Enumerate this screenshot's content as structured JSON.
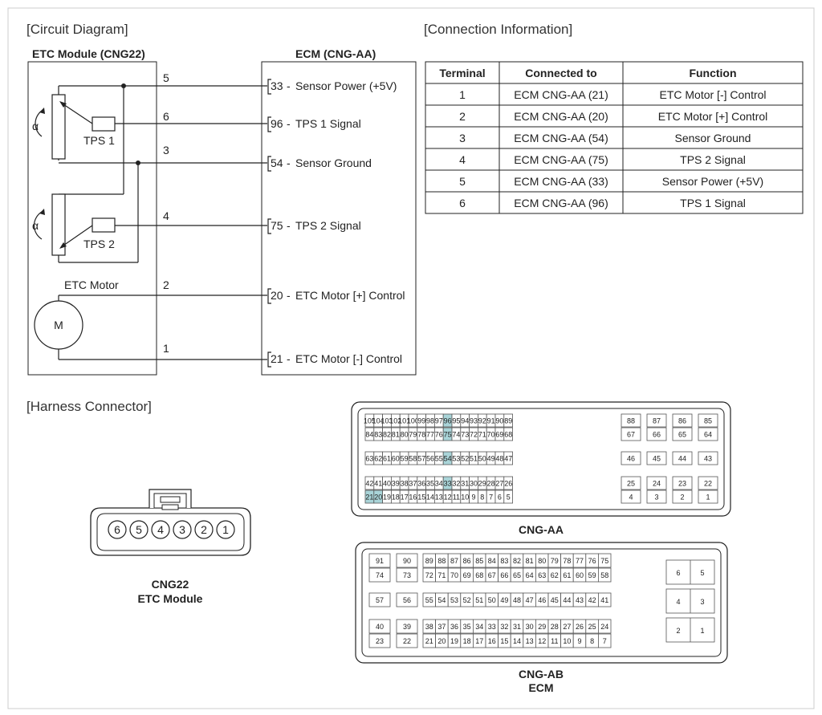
{
  "circuit": {
    "heading": "[Circuit Diagram]",
    "module_title": "ETC Module (CNG22)",
    "ecm_title": "ECM (CNG-AA)",
    "alpha": "α",
    "tps1": "TPS 1",
    "tps2": "TPS 2",
    "motor_label": "ETC Motor",
    "motor_symbol": "M",
    "pins": [
      {
        "pin": "5",
        "ecm": "33",
        "signal": "Sensor Power (+5V)"
      },
      {
        "pin": "6",
        "ecm": "96",
        "signal": "TPS 1 Signal"
      },
      {
        "pin": "3",
        "ecm": "54",
        "signal": "Sensor Ground"
      },
      {
        "pin": "4",
        "ecm": "75",
        "signal": "TPS 2 Signal"
      },
      {
        "pin": "2",
        "ecm": "20",
        "signal": "ETC Motor [+] Control"
      },
      {
        "pin": "1",
        "ecm": "21",
        "signal": "ETC Motor [-] Control"
      }
    ]
  },
  "connection": {
    "heading": "[Connection Information]",
    "columns": [
      "Terminal",
      "Connected to",
      "Function"
    ],
    "rows": [
      [
        "1",
        "ECM CNG-AA (21)",
        "ETC Motor [-] Control"
      ],
      [
        "2",
        "ECM CNG-AA (20)",
        "ETC Motor [+] Control"
      ],
      [
        "3",
        "ECM CNG-AA (54)",
        "Sensor Ground"
      ],
      [
        "4",
        "ECM CNG-AA (75)",
        "TPS 2 Signal"
      ],
      [
        "5",
        "ECM CNG-AA (33)",
        "Sensor Power (+5V)"
      ],
      [
        "6",
        "ECM CNG-AA (96)",
        "TPS 1 Signal"
      ]
    ]
  },
  "harness": {
    "heading": "[Harness Connector]",
    "module_pins": [
      "6",
      "5",
      "4",
      "3",
      "2",
      "1"
    ],
    "module_caption_1": "CNG22",
    "module_caption_2": "ETC Module",
    "cng_aa_caption": "CNG-AA",
    "cng_ab_caption_1": "CNG-AB",
    "cng_ab_caption_2": "ECM",
    "highlight_color": "#a9d4d8",
    "highlighted_aa": [
      "96",
      "75",
      "54",
      "33",
      "21",
      "20"
    ],
    "aa_rows": [
      [
        "105",
        "104",
        "103",
        "102",
        "101",
        "100",
        "99",
        "98",
        "97",
        "96",
        "95",
        "94",
        "93",
        "92",
        "91",
        "90",
        "89",
        "|",
        "88",
        "|",
        "87",
        "|",
        "86",
        "|",
        "85"
      ],
      [
        "84",
        "83",
        "82",
        "81",
        "80",
        "79",
        "78",
        "77",
        "76",
        "75",
        "74",
        "73",
        "72",
        "71",
        "70",
        "69",
        "68",
        "|",
        "67",
        "|",
        "66",
        "|",
        "65",
        "|",
        "64"
      ],
      [
        "63",
        "62",
        "61",
        "60",
        "59",
        "58",
        "57",
        "56",
        "55",
        "54",
        "53",
        "52",
        "51",
        "50",
        "49",
        "48",
        "47",
        "|",
        "46",
        "|",
        "45",
        "|",
        "44",
        "|",
        "43"
      ],
      [
        "42",
        "41",
        "40",
        "39",
        "38",
        "37",
        "36",
        "35",
        "34",
        "33",
        "32",
        "31",
        "30",
        "29",
        "28",
        "27",
        "26",
        "|",
        "25",
        "|",
        "24",
        "|",
        "23",
        "|",
        "22"
      ],
      [
        "21",
        "20",
        "19",
        "18",
        "17",
        "16",
        "15",
        "14",
        "13",
        "12",
        "11",
        "10",
        "9",
        "8",
        "7",
        "6",
        "5",
        "|",
        "4",
        "|",
        "3",
        "|",
        "2",
        "|",
        "1"
      ]
    ],
    "ab_rows": [
      [
        "91",
        "90",
        "89",
        "88",
        "87",
        "86",
        "85",
        "84",
        "83",
        "82",
        "81",
        "80",
        "79",
        "78",
        "77",
        "76",
        "75"
      ],
      [
        "74",
        "73",
        "72",
        "71",
        "70",
        "69",
        "68",
        "67",
        "66",
        "65",
        "64",
        "63",
        "62",
        "61",
        "60",
        "59",
        "58"
      ],
      [
        "57",
        "56",
        "55",
        "54",
        "53",
        "52",
        "51",
        "50",
        "49",
        "48",
        "47",
        "46",
        "45",
        "44",
        "43",
        "42",
        "41"
      ],
      [
        "40",
        "39",
        "38",
        "37",
        "36",
        "35",
        "34",
        "33",
        "32",
        "31",
        "30",
        "29",
        "28",
        "27",
        "26",
        "25",
        "24"
      ],
      [
        "23",
        "22",
        "21",
        "20",
        "19",
        "18",
        "17",
        "16",
        "15",
        "14",
        "13",
        "12",
        "11",
        "10",
        "9",
        "8",
        "7"
      ]
    ],
    "ab_side": [
      [
        "6",
        "5"
      ],
      [
        "4",
        "3"
      ],
      [
        "2",
        "1"
      ]
    ]
  }
}
